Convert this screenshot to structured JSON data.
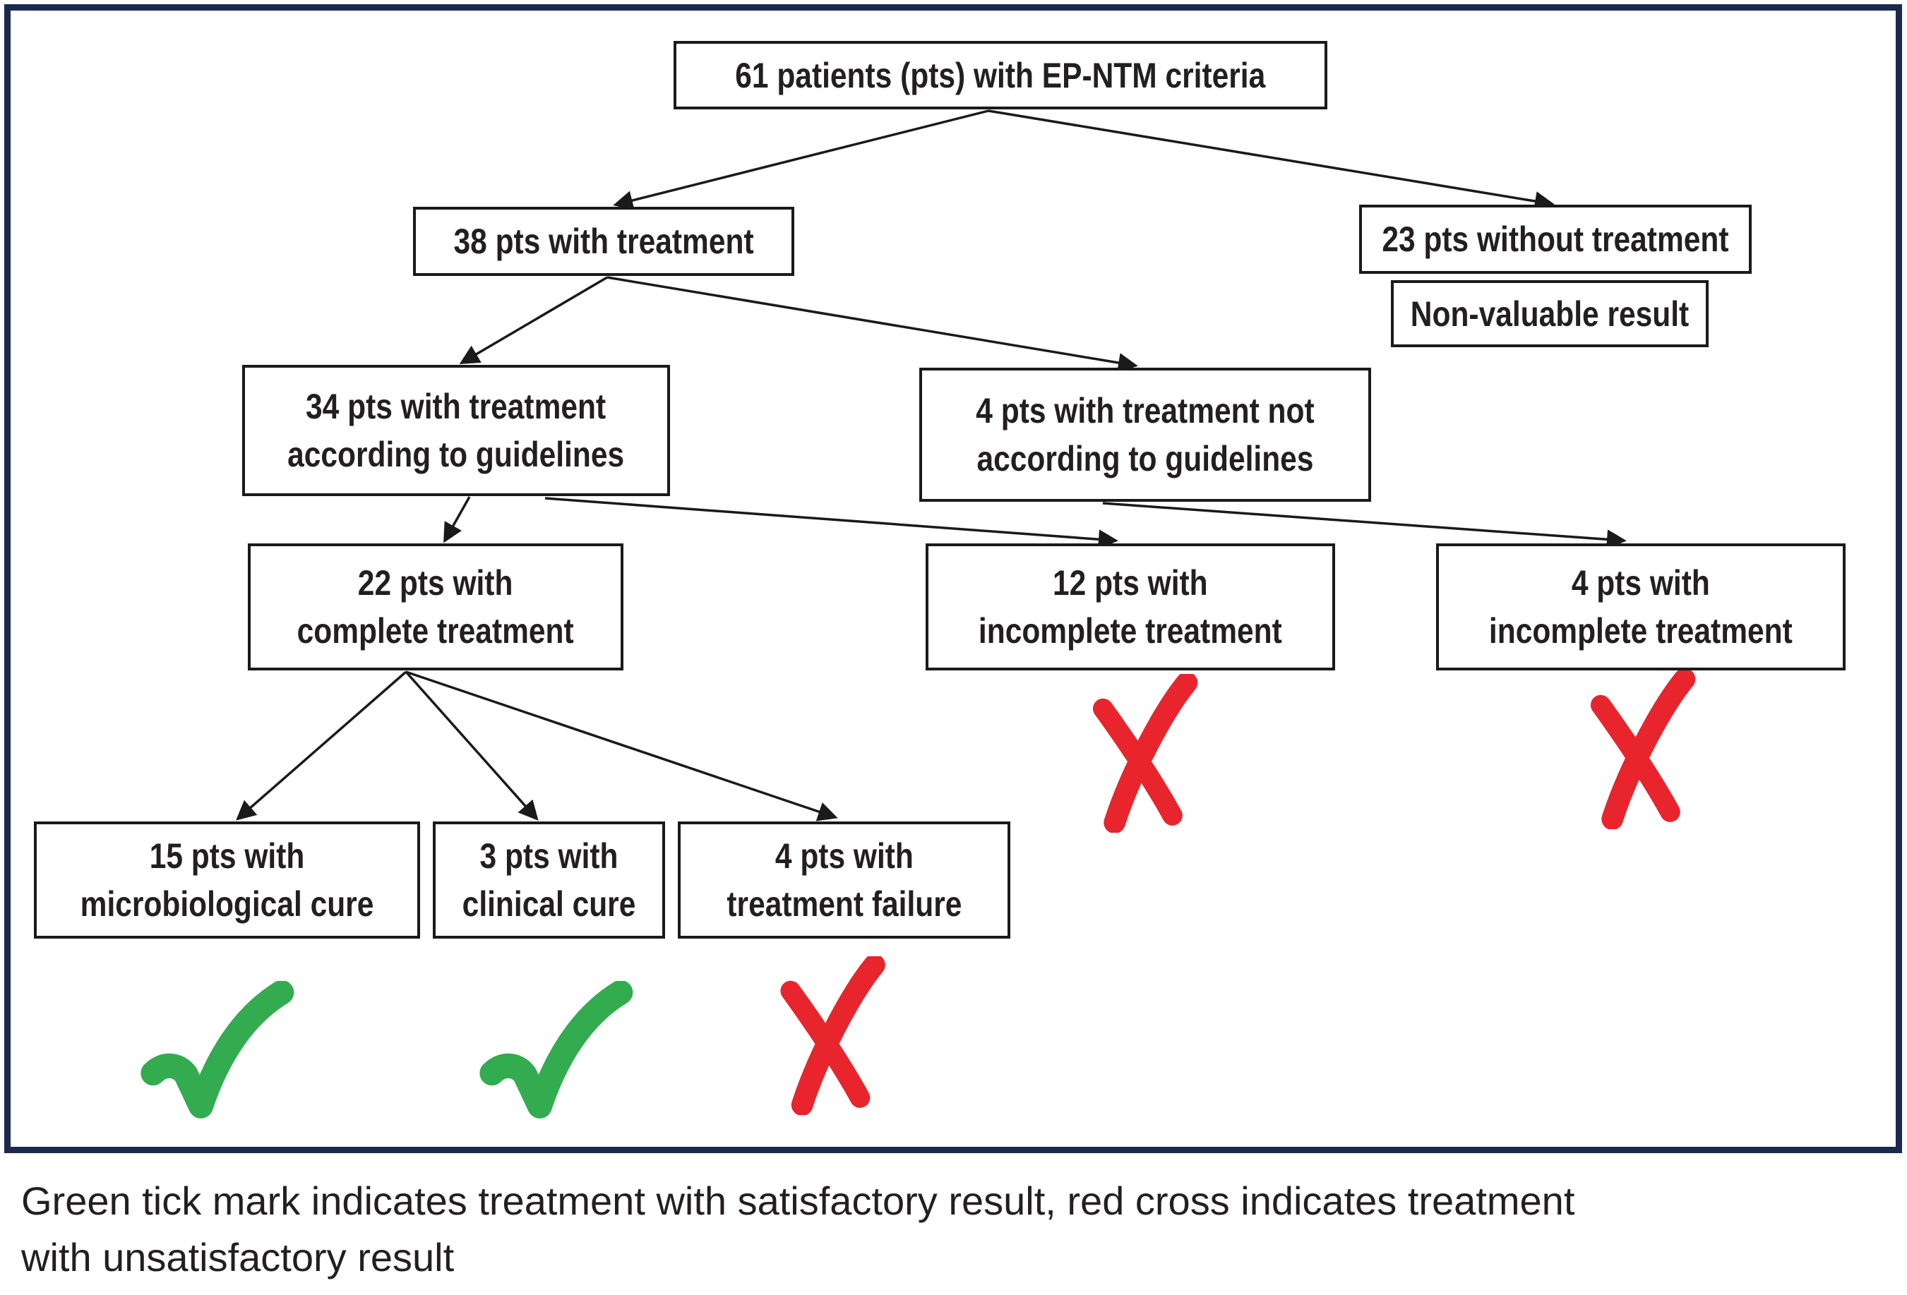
{
  "figure": {
    "type": "flowchart",
    "nodes": {
      "root": {
        "text": "61 patients (pts) with EP-NTM criteria"
      },
      "treated": {
        "text": "38 pts  with treatment"
      },
      "untreated": {
        "text": "23 pts without treatment"
      },
      "untreated_result": {
        "text": "Non-valuable result"
      },
      "per_guidelines": {
        "line1": "34 pts with treatment",
        "line2": "according to guidelines"
      },
      "not_per_guidelines": {
        "line1": "4 pts with treatment not",
        "line2": "according to guidelines"
      },
      "complete": {
        "line1": "22 pts with",
        "line2": "complete treatment"
      },
      "incomplete_12": {
        "line1": "12 pts with",
        "line2": "incomplete treatment"
      },
      "incomplete_4": {
        "line1": "4 pts with",
        "line2": "incomplete treatment"
      },
      "micro_cure": {
        "line1": "15 pts with",
        "line2": "microbiological cure"
      },
      "clinical_cure": {
        "line1": "3 pts with",
        "line2": "clinical cure"
      },
      "failure": {
        "line1": "4 pts with",
        "line2": "treatment failure"
      }
    },
    "caption": {
      "lines": [
        "Green tick mark indicates treatment with satisfactory result, red cross indicates treatment",
        "with unsatisfactory result"
      ]
    },
    "colors": {
      "frame_navy": "#1b2a4c",
      "box_border": "#1a1a1a",
      "text": "#231f20",
      "check_green": "#33ab4f",
      "cross_red": "#e8242c"
    }
  }
}
